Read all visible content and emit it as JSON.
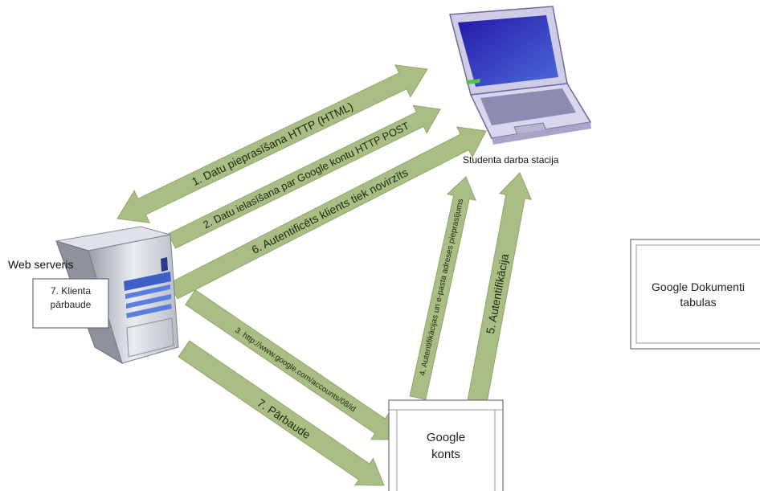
{
  "nodes": {
    "workstation": {
      "label": "Studenta darba stacija",
      "icon": "laptop-icon"
    },
    "web_server": {
      "label": "Web serveris",
      "icon": "server-tower-icon"
    },
    "client_check": {
      "label_line1": "7. Klienta",
      "label_line2": "pārbaude"
    },
    "google_account": {
      "label_line1": "Google",
      "label_line2": "konts"
    },
    "google_docs": {
      "label_line1": "Google Dokumenti",
      "label_line2": "tabulas"
    }
  },
  "arrows": [
    {
      "id": "step1",
      "label": "1. Datu pieprasīšana HTTP (HTML)"
    },
    {
      "id": "step2",
      "label": "2. Datu ielasīšana par Google kontu HTTP POST"
    },
    {
      "id": "step6",
      "label": "6. Autentificēts klients tiek novirzīts"
    },
    {
      "id": "step3",
      "label": "3. http://www.google.com/accounts/08/id"
    },
    {
      "id": "step7",
      "label": "7. Pārbaude"
    },
    {
      "id": "step4",
      "label": "4. Autentifikācijas un e-pasta adreses pieprasījums"
    },
    {
      "id": "step5",
      "label": "5. Autentifikācija"
    }
  ],
  "colors": {
    "arrow_fill": "#a9be84",
    "arrow_stroke": "#8fa66a",
    "box_border": "#777777",
    "laptop_screen": "#3a2fb8",
    "laptop_body": "#c9c6e4"
  }
}
